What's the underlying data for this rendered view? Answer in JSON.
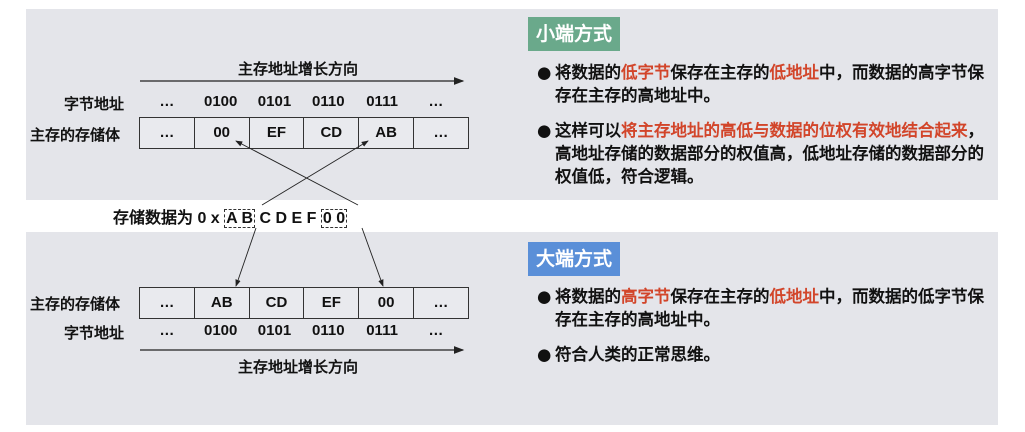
{
  "little_endian": {
    "badge": "小端方式",
    "badge_color": "#6aa98b",
    "direction_label": "主存地址增长方向",
    "address_label": "字节地址",
    "memory_label": "主存的存储体",
    "addresses": [
      "…",
      "0100",
      "0101",
      "0110",
      "0111",
      "…"
    ],
    "cells": [
      "…",
      "00",
      "EF",
      "CD",
      "AB",
      "…"
    ],
    "bullets": [
      {
        "parts": [
          {
            "t": "将数据的",
            "red": false
          },
          {
            "t": "低字节",
            "red": true
          },
          {
            "t": "保存在主存的",
            "red": false
          },
          {
            "t": "低地址",
            "red": true
          },
          {
            "t": "中，而数据的高字节保存在主存的高地址中。",
            "red": false
          }
        ]
      },
      {
        "parts": [
          {
            "t": "这样可以",
            "red": false
          },
          {
            "t": "将主存地址的高低与数据的位权有效地结合起来",
            "red": true
          },
          {
            "t": "，高地址存储的数据部分的权值高，低地址存储的数据部分的权值低，符合逻辑。",
            "red": false
          }
        ]
      }
    ]
  },
  "stored_data": {
    "prefix": "存储数据为 0 x ",
    "high_byte": "A B",
    "middle": " C D E F ",
    "low_byte": "0 0"
  },
  "big_endian": {
    "badge": "大端方式",
    "badge_color": "#5a8fd8",
    "direction_label": "主存地址增长方向",
    "address_label": "字节地址",
    "memory_label": "主存的存储体",
    "addresses": [
      "…",
      "0100",
      "0101",
      "0110",
      "0111",
      "…"
    ],
    "cells": [
      "…",
      "AB",
      "CD",
      "EF",
      "00",
      "…"
    ],
    "bullets": [
      {
        "parts": [
          {
            "t": "将数据的",
            "red": false
          },
          {
            "t": "高字节",
            "red": true
          },
          {
            "t": "保存在主存的",
            "red": false
          },
          {
            "t": "低地址",
            "red": true
          },
          {
            "t": "中，而数据的低字节保存在主存的高地址中。",
            "red": false
          }
        ]
      },
      {
        "parts": [
          {
            "t": "符合人类的正常思维。",
            "red": false
          }
        ]
      }
    ]
  },
  "bullet_symbol": "●"
}
